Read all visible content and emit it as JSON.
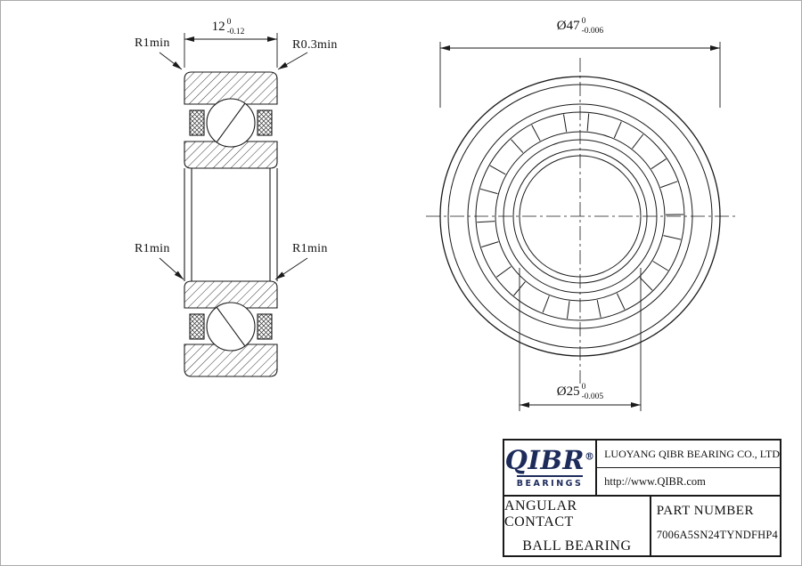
{
  "drawing": {
    "labels": {
      "r1min_top_left": "R1min",
      "r03min_top_right": "R0.3min",
      "r1min_mid_left": "R1min",
      "r1min_mid_right": "R1min"
    },
    "dimensions": {
      "width": {
        "value": "12",
        "upper_tol": "0",
        "lower_tol": "-0.12"
      },
      "outer_diameter": {
        "value": "Ø47",
        "upper_tol": "0",
        "lower_tol": "-0.006"
      },
      "bore_diameter": {
        "value": "Ø25",
        "upper_tol": "0",
        "lower_tol": "-0.005"
      }
    }
  },
  "title_block": {
    "logo_name": "QIBR",
    "logo_registered": "®",
    "logo_subtitle": "BEARINGS",
    "company_name": "LUOYANG QIBR BEARING CO., LTD",
    "website": "http://www.QIBR.com",
    "product_type_line1": "ANGULAR CONTACT",
    "product_type_line2": "BALL BEARING",
    "part_number_label": "PART NUMBER",
    "part_number": "7006A5SN24TYNDFHP4"
  },
  "colors": {
    "line": "#1a1a1a",
    "logo_navy": "#1d2b5b",
    "background": "#ffffff"
  }
}
